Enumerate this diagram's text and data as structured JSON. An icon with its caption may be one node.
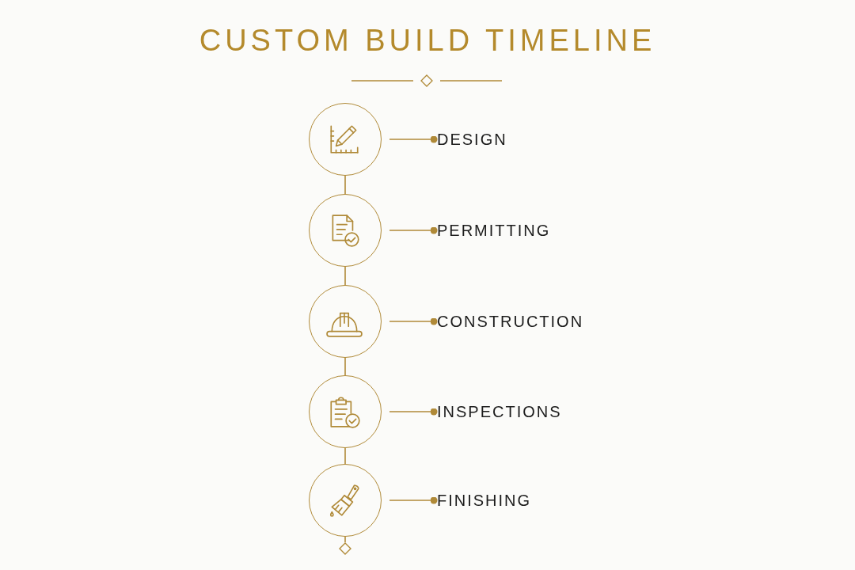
{
  "diagram": {
    "title": "CUSTOM BUILD TIMELINE",
    "nodes": [
      {
        "text": [],
        "shape": "circle"
      },
      {
        "text": [],
        "shape": "circle"
      },
      {
        "text": [],
        "shape": "circle"
      },
      {
        "text": [],
        "shape": "circle"
      },
      {
        "text": [],
        "shape": "circle"
      },
      {
        "text": [
          "DESIGN"
        ]
      },
      {
        "text": [
          "PERMITTING"
        ]
      },
      {
        "text": [
          "CONSTRUCTION"
        ]
      },
      {
        "text": [
          "INSPECTIONS"
        ]
      },
      {
        "text": [
          "FINISHING"
        ]
      },
      {
        "text": [],
        "shape": "diamond"
      }
    ],
    "edges": [
      {
        "from": 0,
        "to": 1,
        "arrow": "none"
      },
      {
        "from": 1,
        "to": 2,
        "arrow": "none"
      },
      {
        "from": 2,
        "to": 3,
        "arrow": "none"
      },
      {
        "from": 3,
        "to": 4,
        "arrow": "none"
      },
      {
        "from": 4,
        "to": 10,
        "arrow": "none"
      },
      {
        "from": 0,
        "to": 5,
        "arrow": "other"
      },
      {
        "from": 1,
        "to": 6,
        "arrow": "other"
      },
      {
        "from": 2,
        "to": 7,
        "arrow": "other"
      },
      {
        "from": 3,
        "to": 8,
        "arrow": "other"
      },
      {
        "from": 4,
        "to": 9,
        "arrow": "other"
      }
    ]
  }
}
